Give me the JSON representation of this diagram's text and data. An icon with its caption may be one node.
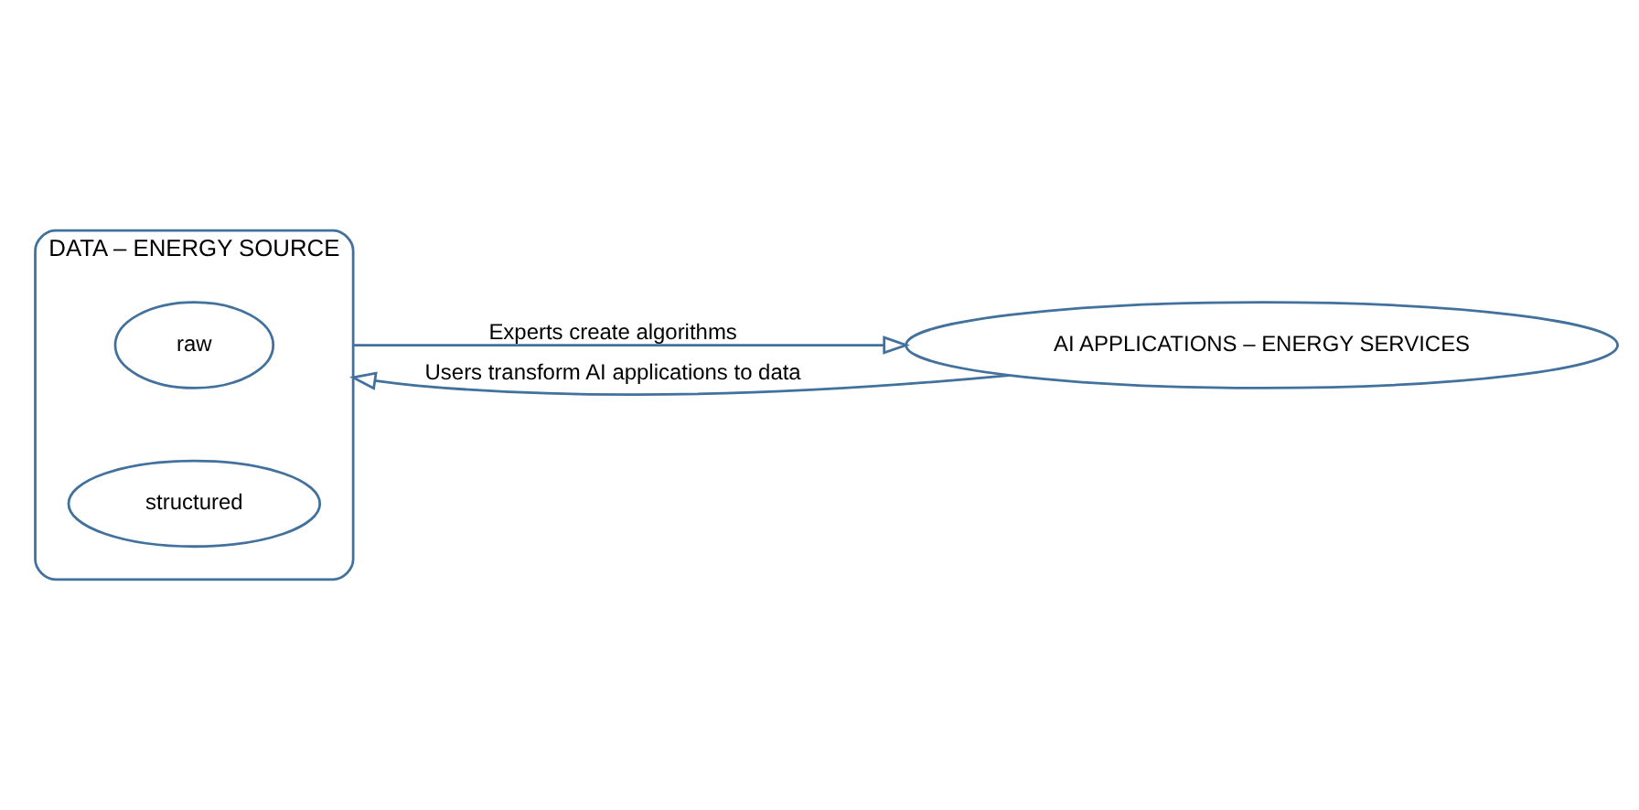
{
  "diagram": {
    "nodes": [
      {
        "text": [
          "DATA – ENERGY SOURCE"
        ]
      },
      {
        "text": [
          "raw"
        ],
        "in": 0
      },
      {
        "text": [
          "structured"
        ],
        "in": 0
      },
      {
        "text": [
          "AI APPLICATIONS – ENERGY SERVICES"
        ]
      }
    ],
    "edges": [
      {
        "from": 0,
        "to": 3,
        "arrow": "to",
        "label": "Experts create algorithms"
      },
      {
        "from": 3,
        "to": 0,
        "arrow": "to",
        "label": "Users transform AI applications to data"
      }
    ]
  }
}
